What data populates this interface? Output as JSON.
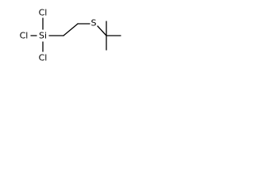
{
  "molecule": {
    "atoms": {
      "cl_top": {
        "symbol": "Cl",
        "color": "#000000"
      },
      "cl_left": {
        "symbol": "Cl",
        "color": "#000000"
      },
      "si": {
        "symbol": "Si",
        "color": "#000000"
      },
      "cl_bottom": {
        "symbol": "Cl",
        "color": "#000000"
      },
      "s": {
        "symbol": "S",
        "color": "#000000"
      }
    },
    "bond_color": "#000000"
  }
}
